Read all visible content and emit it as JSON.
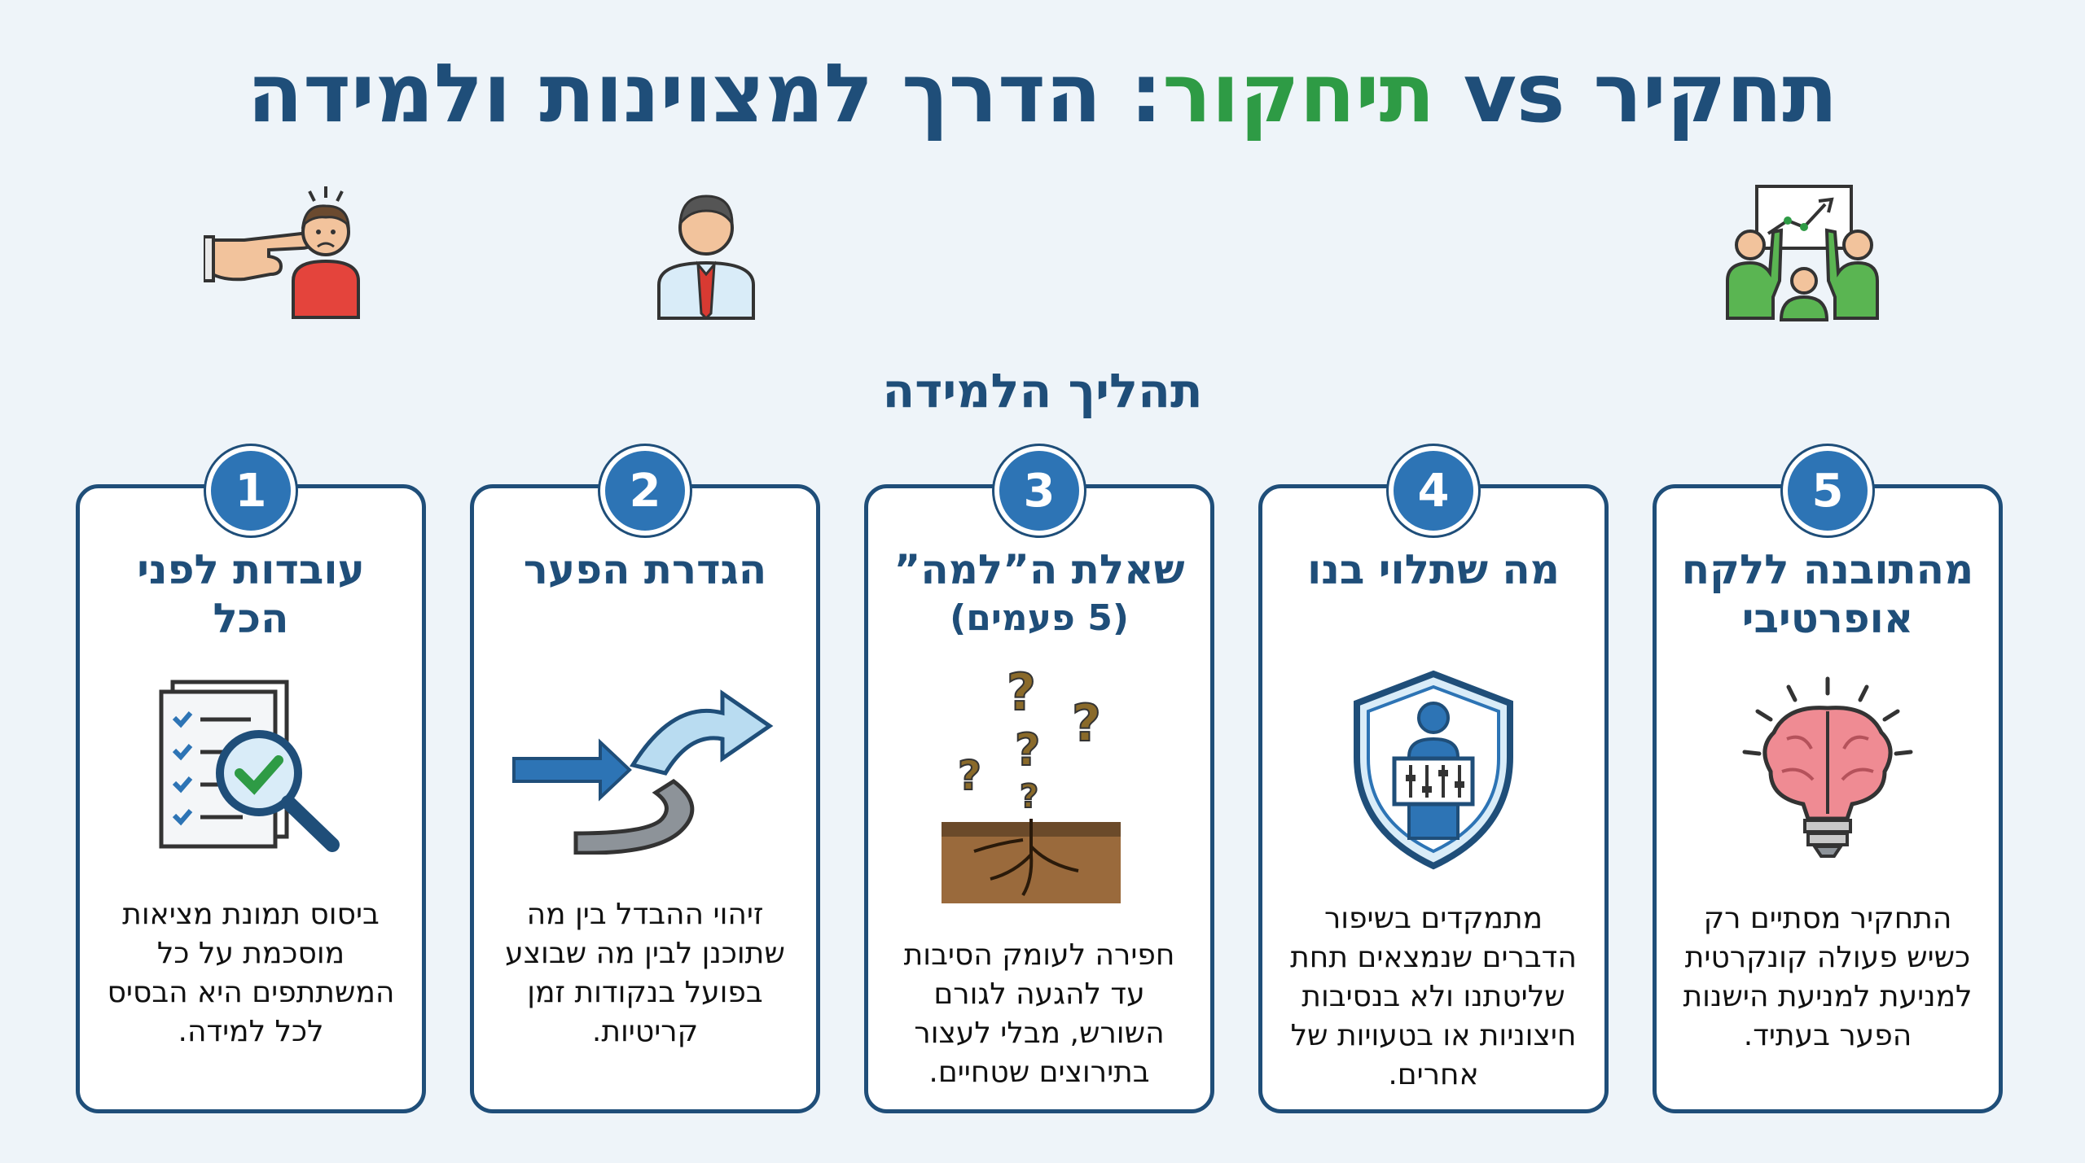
{
  "title": {
    "part1": "תחקיר",
    "vs": "vs",
    "part2": "תיחקור",
    "part3": ": הדרך למצוינות ולמידה"
  },
  "subtitle": "תהליך הלמידה",
  "colors": {
    "navy": "#1f4e79",
    "blue": "#2d74b5",
    "green": "#2e9b45"
  },
  "top_icons": [
    "blaming-person-icon",
    "employee-icon",
    "team-celebration-icon"
  ],
  "steps": [
    {
      "number": "1",
      "title": "עובדות לפני הכל",
      "subtitle": "",
      "icon": "checklist-magnifier-icon",
      "text": "ביסוס תמונת מציאות מוסכמת על כל המשתתפים היא הבסיס לכל למידה."
    },
    {
      "number": "2",
      "title": "הגדרת הפער",
      "subtitle": "",
      "icon": "path-deviation-icon",
      "text": "זיהוי ההבדל בין מה שתוכנן לבין מה שבוצע בפועל בנקודות זמן קריטיות."
    },
    {
      "number": "3",
      "title": "שאלת ה”למה”",
      "subtitle": "(5 פעמים)",
      "icon": "root-questions-icon",
      "text": "חפירה לעומק הסיבות עד להגעה לגורם השורש, מבלי לעצור בתירוצים שטחיים."
    },
    {
      "number": "4",
      "title": "מה שתלוי בנו",
      "subtitle": "",
      "icon": "shield-control-icon",
      "text": "מתמקדים בשיפור הדברים שנמצאים תחת שליטתנו ולא בנסיבות חיצוניות או בטעויות של אחרים."
    },
    {
      "number": "5",
      "title": "מהתובנה ללקח אופרטיבי",
      "subtitle": "",
      "icon": "brain-bulb-icon",
      "text": "התחקיר מסתיים רק כשיש פעולה קונקרטית למניעת למניעת הישנות הפער בעתיד."
    }
  ]
}
